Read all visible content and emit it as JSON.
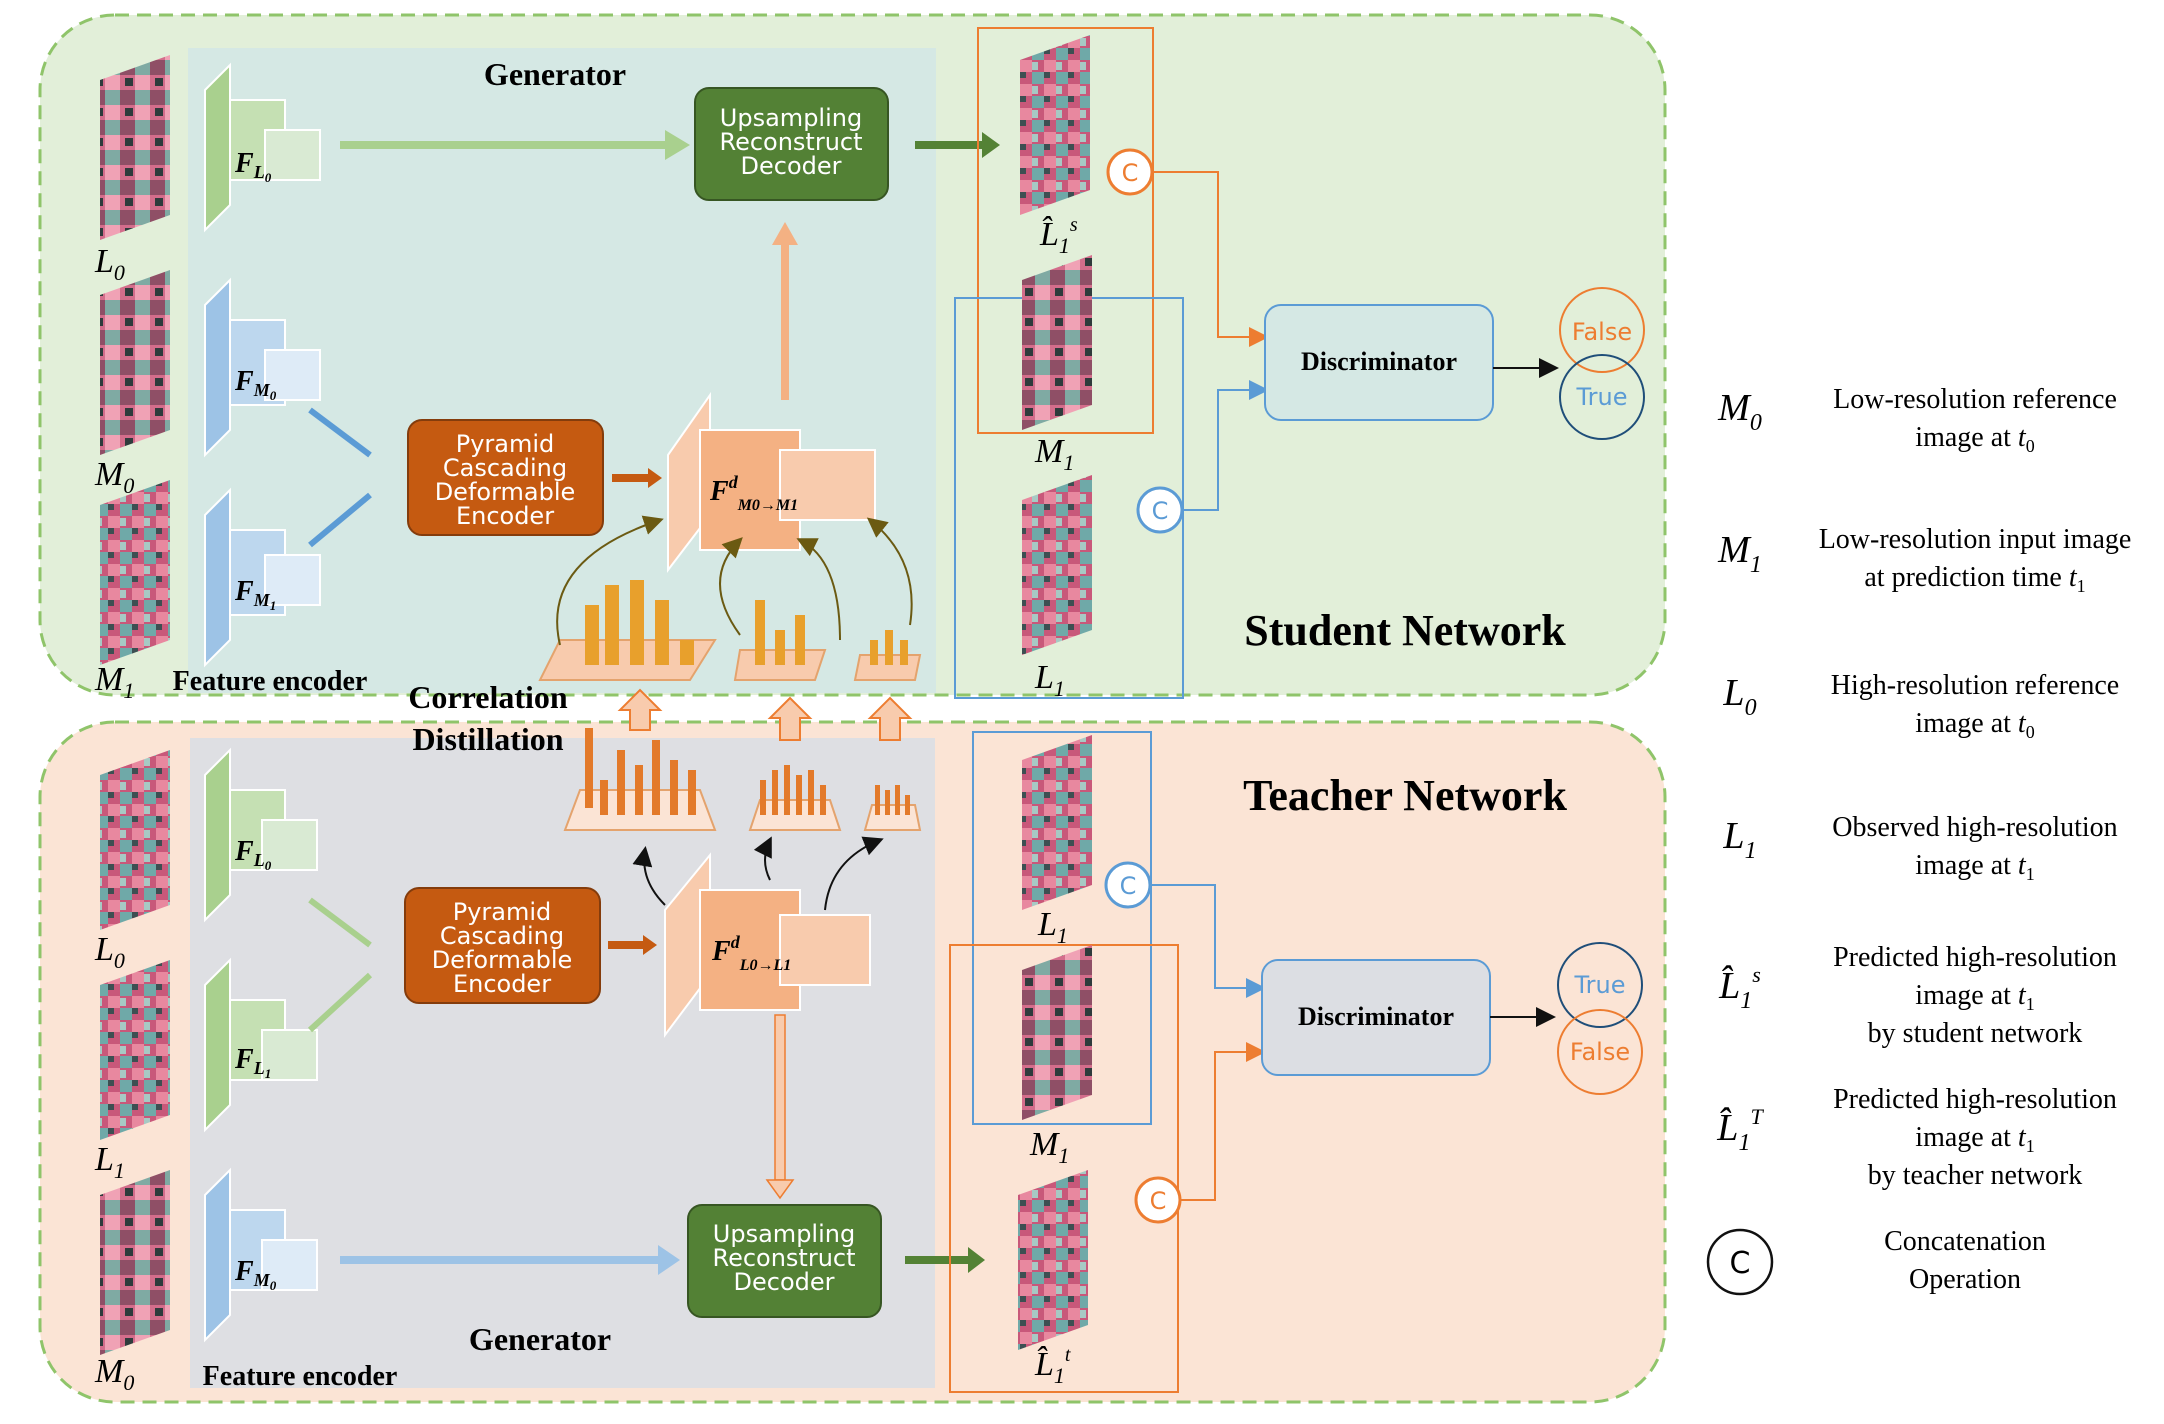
{
  "student": {
    "title": "Student Network",
    "generator_label": "Generator",
    "feature_encoder_label": "Feature encoder",
    "pyramid_encoder": [
      "Pyramid",
      "Cascading",
      "Deformable",
      "Encoder"
    ],
    "decoder": [
      "Upsampling",
      "Reconstruct",
      "Decoder"
    ],
    "discriminator": "Discriminator",
    "outputs": [
      "False",
      "True"
    ],
    "concat": "C"
  },
  "teacher": {
    "title": "Teacher Network",
    "generator_label": "Generator",
    "feature_encoder_label": "Feature encoder",
    "pyramid_encoder": [
      "Pyramid",
      "Cascading",
      "Deformable",
      "Encoder"
    ],
    "decoder": [
      "Upsampling",
      "Reconstruct",
      "Decoder"
    ],
    "discriminator": "Discriminator",
    "outputs": [
      "True",
      "False"
    ],
    "concat": "C"
  },
  "correlation_distillation": [
    "Correlation",
    "Distillation"
  ],
  "colors": {
    "student_bg": "#e2efd9",
    "teacher_bg": "#fbe4d5",
    "generator_student_bg": "#d5e8e4",
    "generator_teacher_bg": "#dedfe3",
    "pyramid_orange": "#c55a11",
    "decoder_green": "#538135",
    "discriminator_student": "#d5e8e4",
    "discriminator_teacher": "#dcdee3",
    "orange_line": "#ed7d31",
    "blue_line": "#5b9bd5",
    "false_color": "#ed7d31",
    "true_color": "#5b9bd5"
  },
  "legend": [
    {
      "symbol": "M0",
      "text": [
        "Low-resolution reference",
        "image at t0"
      ]
    },
    {
      "symbol": "M1",
      "text": [
        "Low-resolution input image",
        "at prediction time t1"
      ]
    },
    {
      "symbol": "L0",
      "text": [
        "High-resolution reference",
        "image at t0"
      ]
    },
    {
      "symbol": "L1",
      "text": [
        "Observed  high-resolution",
        "image at t1"
      ]
    },
    {
      "symbol": "L̂1s",
      "text": [
        "Predicted  high-resolution",
        "image at t1",
        "by student network"
      ]
    },
    {
      "symbol": "L̂1T",
      "text": [
        "Predicted  high-resolution",
        "image at t1",
        "by teacher network"
      ]
    },
    {
      "symbol": "C",
      "text": [
        "Concatenation",
        "Operation"
      ]
    }
  ]
}
